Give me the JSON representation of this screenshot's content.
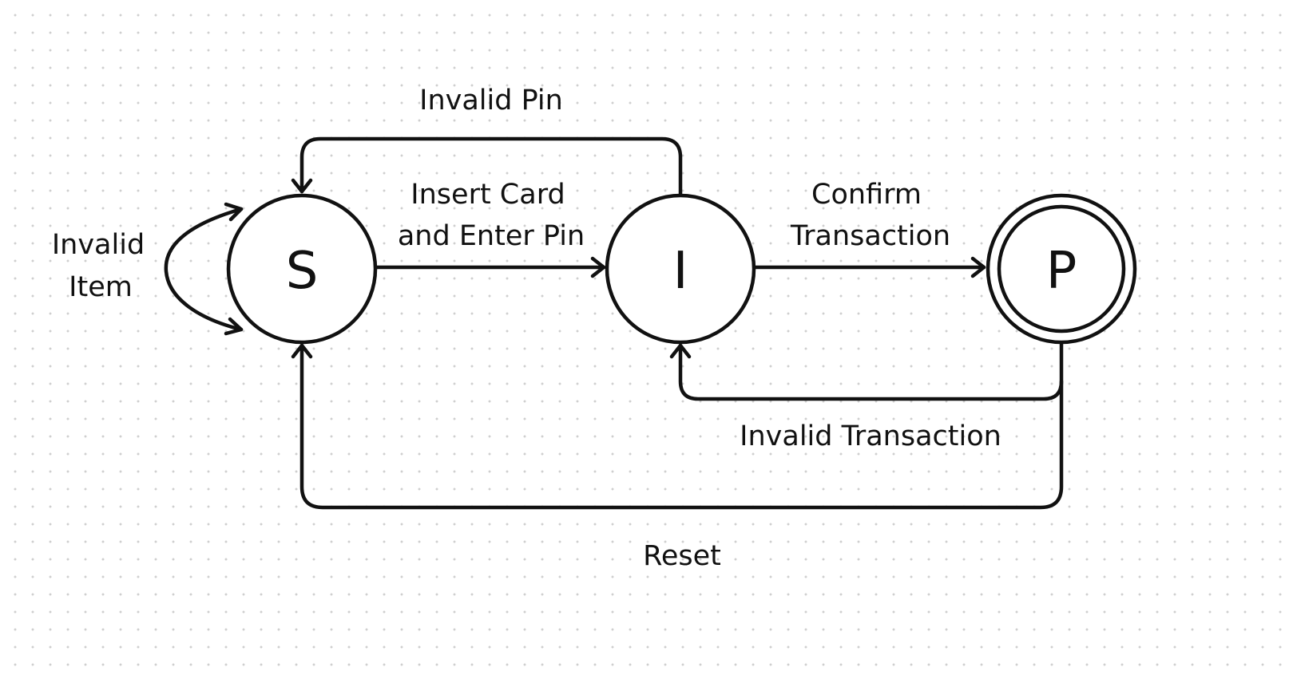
{
  "diagram": {
    "states": {
      "s": {
        "label": "S"
      },
      "i": {
        "label": "I"
      },
      "p": {
        "label": "P",
        "accepting": true
      }
    },
    "transitions": {
      "s_self": {
        "from": "S",
        "to": "S",
        "label_line1": "Invalid",
        "label_line2": "Item"
      },
      "s_to_i": {
        "from": "S",
        "to": "I",
        "label_line1": "Insert Card",
        "label_line2": "and Enter Pin"
      },
      "i_to_s": {
        "from": "I",
        "to": "S",
        "label": "Invalid Pin"
      },
      "i_to_p": {
        "from": "I",
        "to": "P",
        "label_line1": "Confirm",
        "label_line2": "Transaction"
      },
      "p_to_i": {
        "from": "P",
        "to": "I",
        "label": "Invalid Transaction"
      },
      "p_to_s": {
        "from": "P",
        "to": "S",
        "label": "Reset"
      }
    }
  }
}
